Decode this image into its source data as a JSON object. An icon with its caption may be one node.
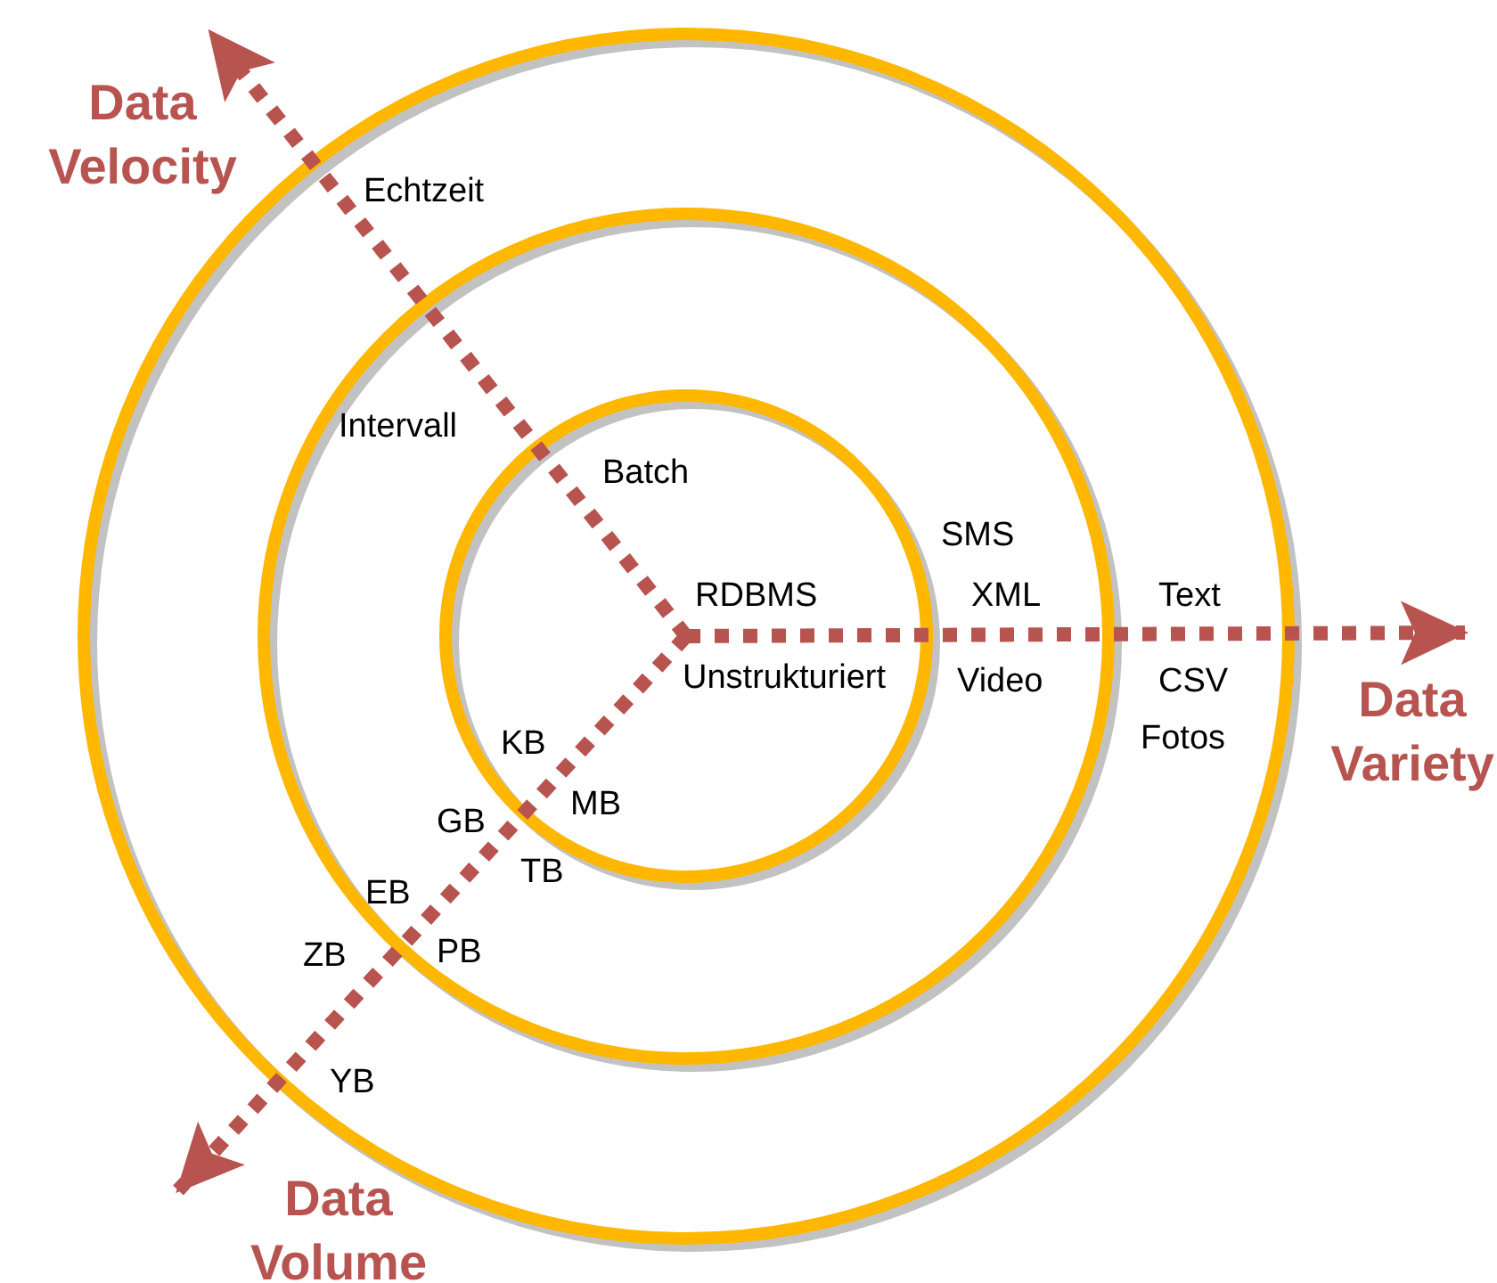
{
  "diagram": {
    "nodes": [
      {
        "text": [
          "Data Velocity"
        ]
      },
      {
        "text": [
          "Data Variety"
        ]
      },
      {
        "text": [
          "Data Volume"
        ]
      }
    ],
    "edges": [
      {
        "from": null,
        "to": 0,
        "arrow": "to",
        "style": "dashed"
      },
      {
        "from": null,
        "to": 1,
        "arrow": "to",
        "style": "dashed"
      },
      {
        "from": null,
        "to": 2,
        "arrow": "to",
        "style": "dashed"
      }
    ],
    "labels": [
      "Echtzeit",
      "Intervall",
      "Batch",
      "SMS",
      "RDBMS",
      "XML",
      "Text",
      "Unstrukturiert",
      "Video",
      "CSV",
      "Fotos",
      "KB",
      "MB",
      "GB",
      "TB",
      "EB",
      "PB",
      "ZB",
      "YB"
    ]
  }
}
